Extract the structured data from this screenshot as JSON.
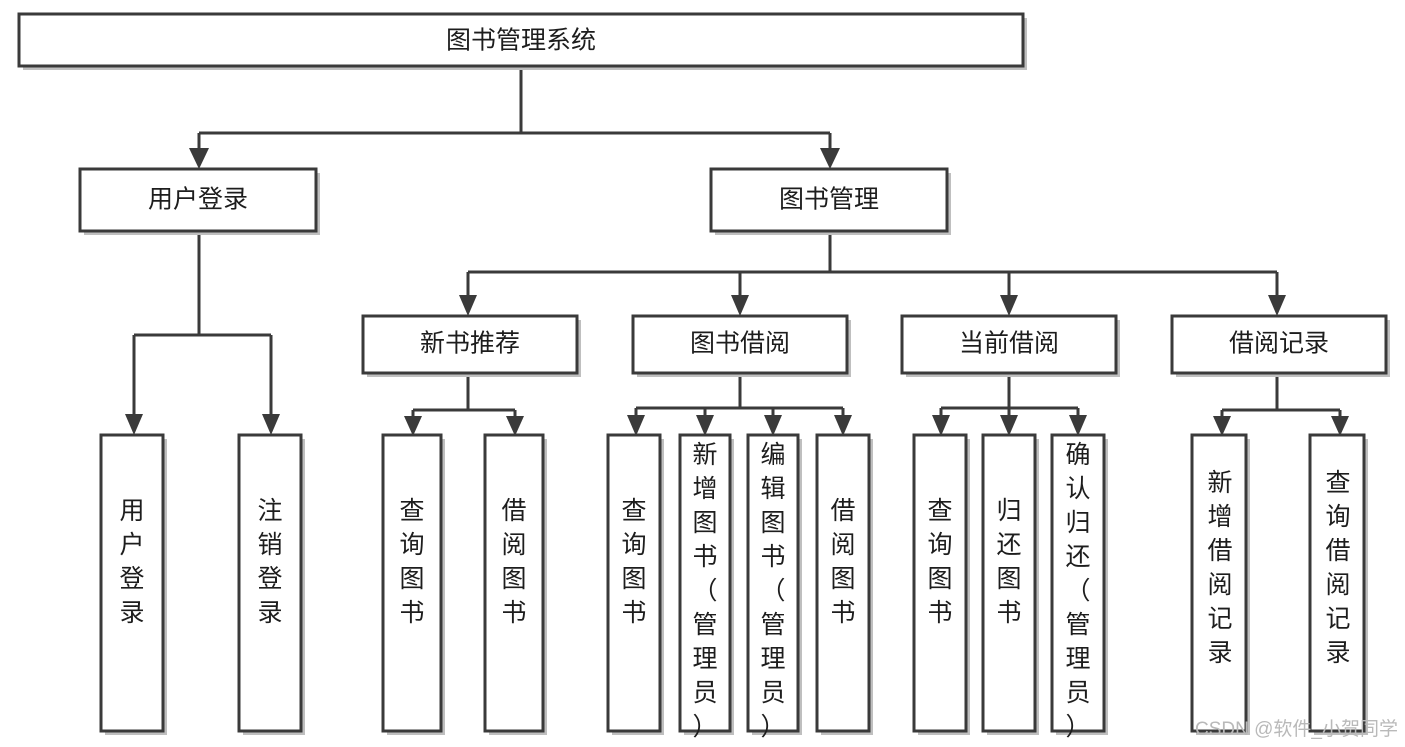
{
  "diagram": {
    "title": "图书管理系统",
    "type": "tree-hierarchy",
    "orientation": "top-down",
    "levels": [
      {
        "level": 0,
        "nodes": [
          {
            "id": "root",
            "label": "图书管理系统",
            "orientation": "horizontal"
          }
        ]
      },
      {
        "level": 1,
        "nodes": [
          {
            "id": "login",
            "label": "用户登录",
            "orientation": "horizontal",
            "parent": "root"
          },
          {
            "id": "bookmgmt",
            "label": "图书管理",
            "orientation": "horizontal",
            "parent": "root"
          }
        ]
      },
      {
        "level": 2,
        "nodes": [
          {
            "id": "newbooks",
            "label": "新书推荐",
            "orientation": "horizontal",
            "parent": "bookmgmt"
          },
          {
            "id": "borrow",
            "label": "图书借阅",
            "orientation": "horizontal",
            "parent": "bookmgmt"
          },
          {
            "id": "current",
            "label": "当前借阅",
            "orientation": "horizontal",
            "parent": "bookmgmt"
          },
          {
            "id": "records",
            "label": "借阅记录",
            "orientation": "horizontal",
            "parent": "bookmgmt"
          }
        ]
      },
      {
        "level": 3,
        "nodes": [
          {
            "id": "leaf-user-login",
            "label": "用户登录",
            "orientation": "vertical",
            "parent": "login"
          },
          {
            "id": "leaf-user-logout",
            "label": "注销登录",
            "orientation": "vertical",
            "parent": "login"
          },
          {
            "id": "leaf-query-book-1",
            "label": "查询图书",
            "orientation": "vertical",
            "parent": "newbooks"
          },
          {
            "id": "leaf-borrow-book-1",
            "label": "借阅图书",
            "orientation": "vertical",
            "parent": "newbooks"
          },
          {
            "id": "leaf-query-book-2",
            "label": "查询图书",
            "orientation": "vertical",
            "parent": "borrow"
          },
          {
            "id": "leaf-add-book",
            "label": "新增图书（管理员）",
            "orientation": "vertical",
            "parent": "borrow"
          },
          {
            "id": "leaf-edit-book",
            "label": "编辑图书（管理员）",
            "orientation": "vertical",
            "parent": "borrow"
          },
          {
            "id": "leaf-borrow-book-2",
            "label": "借阅图书",
            "orientation": "vertical",
            "parent": "borrow"
          },
          {
            "id": "leaf-query-book-3",
            "label": "查询图书",
            "orientation": "vertical",
            "parent": "current"
          },
          {
            "id": "leaf-return-book",
            "label": "归还图书",
            "orientation": "vertical",
            "parent": "current"
          },
          {
            "id": "leaf-confirm-return",
            "label": "确认归还（管理员）",
            "orientation": "vertical",
            "parent": "current"
          },
          {
            "id": "leaf-add-record",
            "label": "新增借阅记录",
            "orientation": "vertical",
            "parent": "records"
          },
          {
            "id": "leaf-query-record",
            "label": "查询借阅记录",
            "orientation": "vertical",
            "parent": "records"
          }
        ]
      }
    ]
  },
  "watermark": {
    "text": "CSDN @软件_小贺同学"
  },
  "colors": {
    "stroke": "#3a3a3a",
    "fill": "#ffffff",
    "text": "#1d1d1d",
    "watermark": "#b9b9b9"
  }
}
